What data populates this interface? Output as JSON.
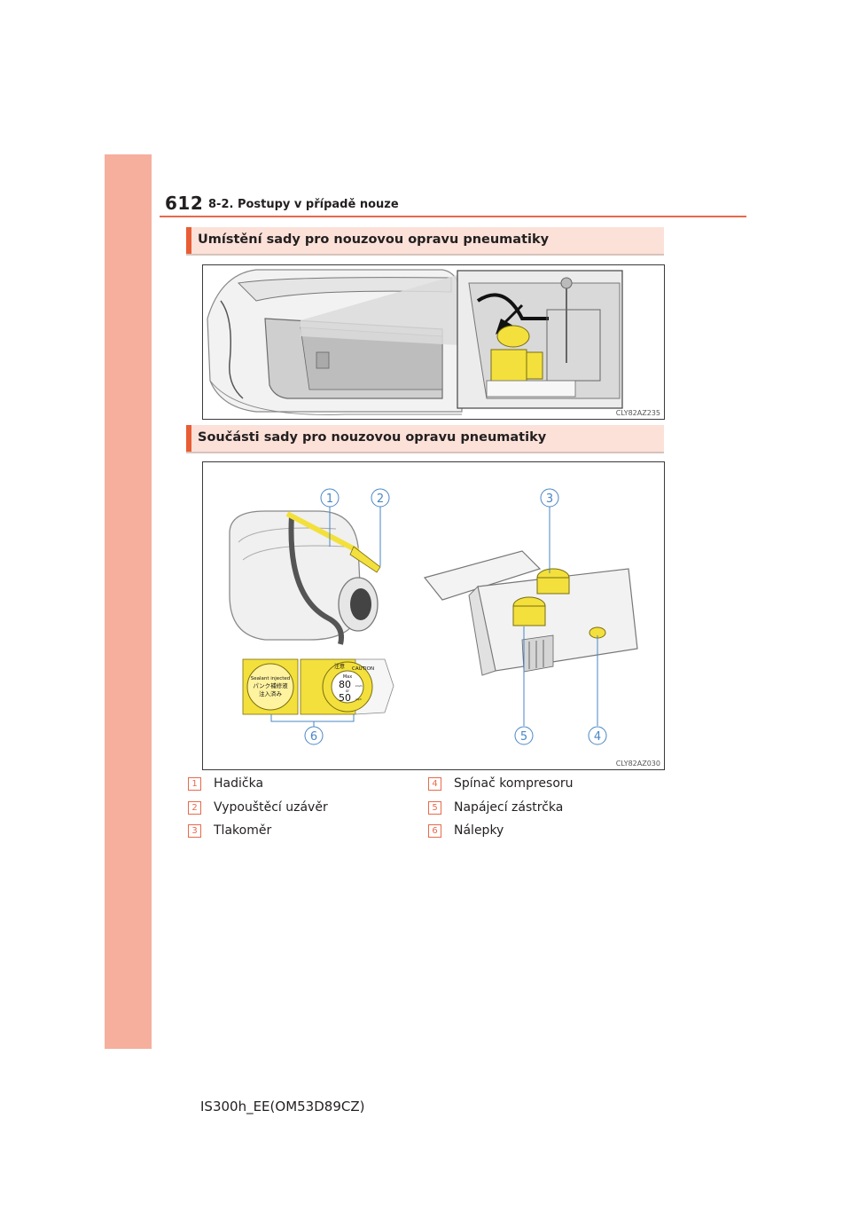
{
  "header": {
    "page_number": "612",
    "section": "8-2. Postupy v případě nouze"
  },
  "section1": {
    "title": "Umístění sady pro nouzovou opravu pneumatiky",
    "figure_code": "CLY82AZ235"
  },
  "section2": {
    "title": "Součásti sady pro nouzovou opravu pneumatiky",
    "figure_code": "CLY82AZ030",
    "callouts": [
      "1",
      "2",
      "3",
      "4",
      "5",
      "6"
    ],
    "sticker_left": [
      "Sealant injected",
      "パンク補修液",
      "注入済み"
    ],
    "sticker_right": [
      "注意",
      "CAUTION",
      "Max",
      "80",
      "km/h",
      "or",
      "50",
      "mph"
    ]
  },
  "legend": {
    "items": [
      {
        "num": "1",
        "label": "Hadička"
      },
      {
        "num": "2",
        "label": "Vypouštěcí uzávěr"
      },
      {
        "num": "3",
        "label": "Tlakoměr"
      },
      {
        "num": "4",
        "label": "Spínač kompresoru"
      },
      {
        "num": "5",
        "label": "Napájecí zástrčka"
      },
      {
        "num": "6",
        "label": "Nálepky"
      }
    ]
  },
  "footer": {
    "model_code": "IS300h_EE(OM53D89CZ)"
  },
  "colors": {
    "accent": "#e85d34",
    "strip": "#f5af9c",
    "bar_bg": "#fbe1d8",
    "highlight": "#f3e03c"
  }
}
